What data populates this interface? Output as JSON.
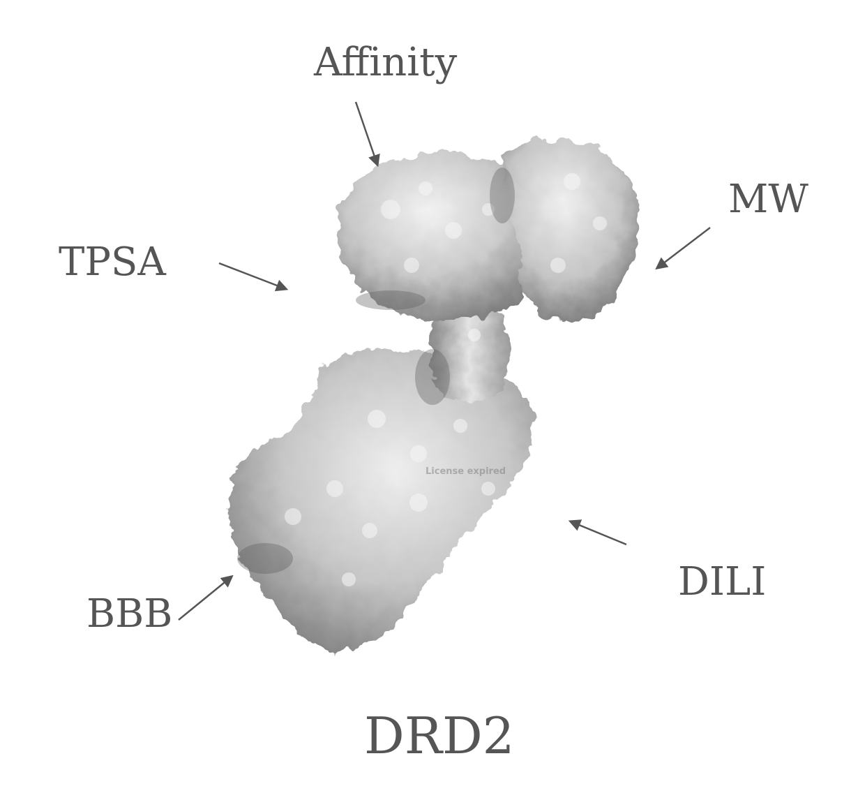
{
  "labels": {
    "affinity": "Affinity",
    "mw": "MW",
    "tpsa": "TPSA",
    "dili": "DILI",
    "bbb": "BBB"
  },
  "title": "DRD2",
  "watermark": "License expired",
  "colors": {
    "text": "#555555",
    "arrow": "#555555",
    "surface_light": "#e6e6e6",
    "surface_mid": "#b8b8b8",
    "surface_dark": "#6e6e6e",
    "background": "#ffffff"
  },
  "icons": {
    "structure": "protein-surface-render"
  }
}
